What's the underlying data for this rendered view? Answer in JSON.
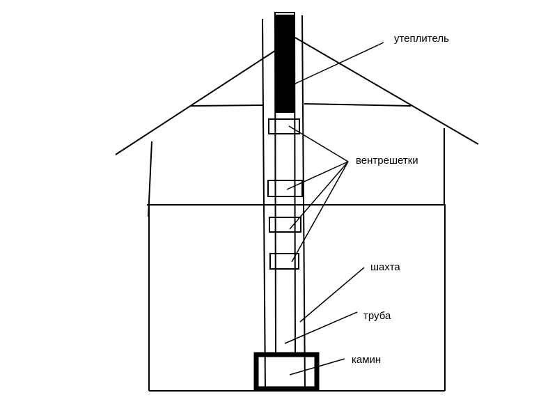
{
  "labels": {
    "insulation": "утеплитель",
    "vents": "вентрешетки",
    "shaft": "шахта",
    "pipe": "труба",
    "fireplace": "камин"
  },
  "colors": {
    "stroke": "#000000",
    "background": "#ffffff",
    "insulation_fill": "#000000"
  }
}
